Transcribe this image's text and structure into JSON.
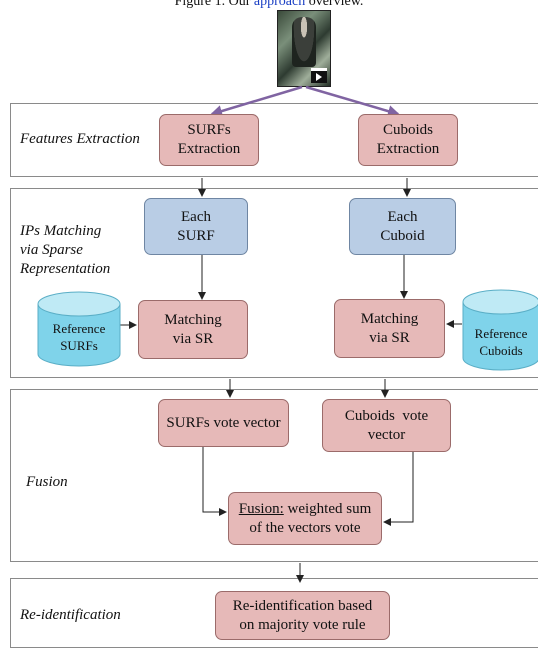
{
  "caption": {
    "prefix": "Figure 1. Our ",
    "link": "approach",
    "suffix": " overview."
  },
  "stages": {
    "features": {
      "label": "Features Extraction"
    },
    "matching": {
      "label_line1": "IPs Matching",
      "label_line2": "via Sparse",
      "label_line3": "Representation"
    },
    "fusion": {
      "label": "Fusion"
    },
    "reid": {
      "label": "Re-identification"
    }
  },
  "boxes": {
    "surfs_extraction": {
      "line1": "SURFs",
      "line2": "Extraction"
    },
    "cuboids_extraction": {
      "line1": "Cuboids",
      "line2": "Extraction"
    },
    "each_surf": {
      "line1": "Each",
      "line2": "SURF"
    },
    "each_cuboid": {
      "line1": "Each",
      "line2": "Cuboid"
    },
    "matching_surf": {
      "line1": "Matching",
      "line2": "via SR"
    },
    "matching_cuboid": {
      "line1": "Matching",
      "line2": "via SR"
    },
    "surfs_vote": {
      "line1": "SURFs vote vector"
    },
    "cuboids_vote": {
      "line1": "Cuboids  vote",
      "line2": "vector"
    },
    "fusion": {
      "underlined": "Fusion:",
      "rest1": " weighted sum",
      "line2": "of the vectors vote"
    },
    "reid": {
      "line1": "Re-identification based",
      "line2": "on majority vote rule"
    }
  },
  "cylinders": {
    "surfs": {
      "line1": "Reference",
      "line2": "SURFs"
    },
    "cuboids": {
      "line1": "Reference",
      "line2": "Cuboids"
    }
  },
  "colors": {
    "pink": "#e6b9b8",
    "blue": "#b9cde5",
    "cylinder": "#7fd3ea",
    "input_arrow": "#8064a2"
  }
}
